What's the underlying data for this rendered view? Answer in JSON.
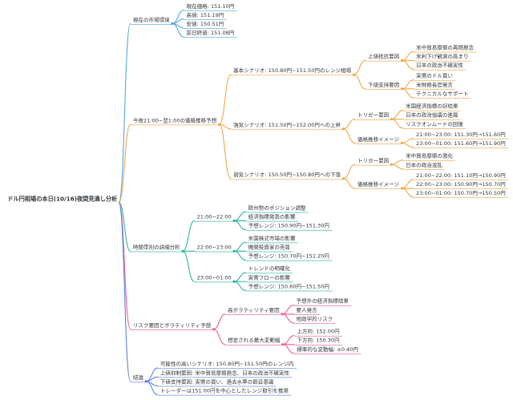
{
  "page": {
    "background": "#ffffff"
  },
  "mindmap": {
    "root": {
      "label": "ドル円相場の本日(10/16)夜間見通し分析",
      "children": [
        {
          "label": "現在の市場環境",
          "color": "#55a8e0",
          "children": [
            {
              "label": "現在価格: 151.10円"
            },
            {
              "label": "高値: 151.19円"
            },
            {
              "label": "安値: 150.51円"
            },
            {
              "label": "前日終値: 151.08円"
            }
          ]
        },
        {
          "label": "今夜21:00~翌1:00の価格推移予想",
          "color": "#f2a64b",
          "children": [
            {
              "label": "基本シナリオ: 150.80円~151.50円のレンジ相場",
              "children": [
                {
                  "label": "上値抵抗要因",
                  "children": [
                    {
                      "label": "米中貿易摩擦の再燃懸念"
                    },
                    {
                      "label": "米利下げ観測の高まり"
                    },
                    {
                      "label": "日本の政治不確実性"
                    }
                  ]
                },
                {
                  "label": "下値支持要因",
                  "children": [
                    {
                      "label": "実需のドル買い"
                    },
                    {
                      "label": "米財務長官発言"
                    },
                    {
                      "label": "テクニカルなサポート"
                    }
                  ]
                }
              ]
            },
            {
              "label": "強気シナリオ: 151.50円~152.00円への上昇",
              "children": [
                {
                  "label": "トリガー要因",
                  "children": [
                    {
                      "label": "米国経済指標の好結果"
                    },
                    {
                      "label": "日本の政治協議の進展"
                    },
                    {
                      "label": "リスクオンムードの回復"
                    }
                  ]
                },
                {
                  "label": "価格推移イメージ",
                  "children": [
                    {
                      "label": "21:00~23:00: 151.30円→151.60円"
                    },
                    {
                      "label": "23:00~01:00: 151.60円→151.90円"
                    }
                  ]
                }
              ]
            },
            {
              "label": "弱気シナリオ: 150.50円~150.80円への下落",
              "children": [
                {
                  "label": "トリガー要因",
                  "children": [
                    {
                      "label": "米中貿易摩擦の激化"
                    },
                    {
                      "label": "日本の政治混乱"
                    }
                  ]
                },
                {
                  "label": "価格推移イメージ",
                  "children": [
                    {
                      "label": "21:00~22:00: 151.10円→150.90円"
                    },
                    {
                      "label": "22:00~23:00: 150.90円→150.70円"
                    },
                    {
                      "label": "23:00~01:00: 150.70円→150.50円"
                    }
                  ]
                }
              ]
            }
          ]
        },
        {
          "label": "時間帯別の詳細分析",
          "color": "#2fb59d",
          "children": [
            {
              "label": "21:00~22:00",
              "children": [
                {
                  "label": "欧州勢のポジション調整"
                },
                {
                  "label": "経済指標発表の影響"
                },
                {
                  "label": "予想レンジ: 150.90円~151.30円"
                }
              ]
            },
            {
              "label": "22:00~23:00",
              "children": [
                {
                  "label": "米国株式市場の影響"
                },
                {
                  "label": "機関投資家の売買"
                },
                {
                  "label": "予想レンジ: 150.70円~151.20円"
                }
              ]
            },
            {
              "label": "23:00~01:00",
              "children": [
                {
                  "label": "トレンドの明確化"
                },
                {
                  "label": "実需フローの影響"
                },
                {
                  "label": "予想レンジ: 150.60円~151.50円"
                }
              ]
            }
          ]
        },
        {
          "label": "リスク要因とボラティリティ予想",
          "color": "#ec5f99",
          "children": [
            {
              "label": "高ボラティリティ要因",
              "children": [
                {
                  "label": "予想外の経済指標結果"
                },
                {
                  "label": "要人発言"
                },
                {
                  "label": "地政学的リスク"
                }
              ]
            },
            {
              "label": "想定される最大変動幅",
              "children": [
                {
                  "label": "上方向: 152.00円"
                },
                {
                  "label": "下方向: 150.30円"
                },
                {
                  "label": "標準的な変動幅: ±0.40円"
                }
              ]
            }
          ]
        },
        {
          "label": "結論",
          "color": "#5b82dd",
          "children": [
            {
              "label": "可能性の高いシナリオ: 150.80円~151.50円のレンジ内"
            },
            {
              "label": "上値抑制要因: 米中貿易摩擦懸念、日本の政治不確実性"
            },
            {
              "label": "下値支持要因: 実需の買い、過去水準の節目意識"
            },
            {
              "label": "トレーダーは151.00円を中心としたレンジ取引を推奨"
            }
          ]
        }
      ]
    }
  }
}
